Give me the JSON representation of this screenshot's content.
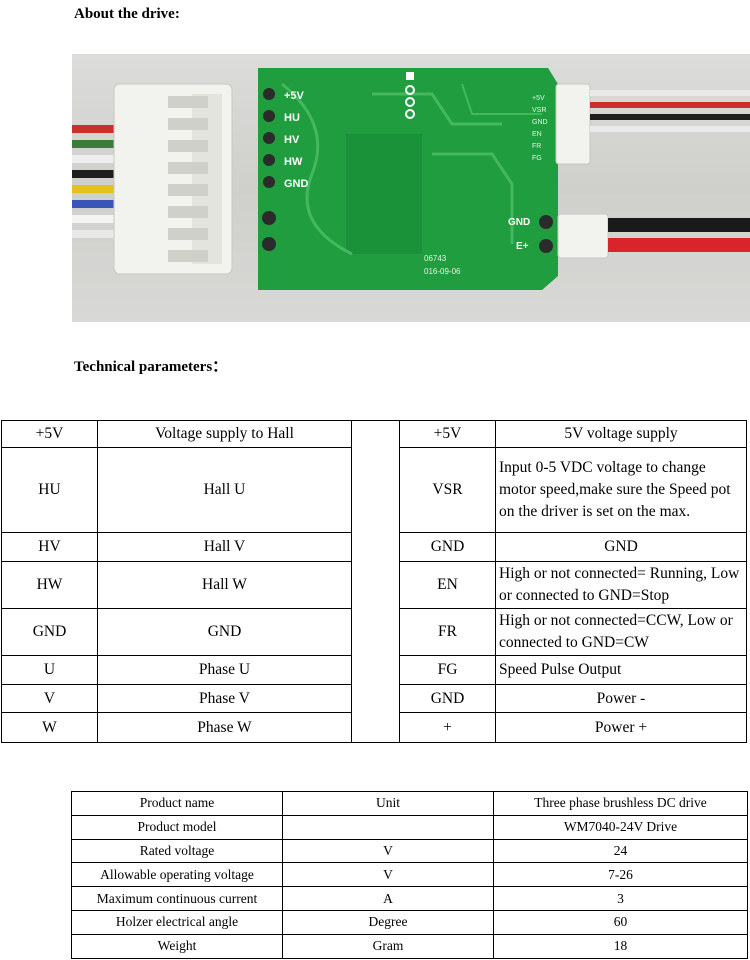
{
  "headings": {
    "about": "About the drive:",
    "technical": "Technical parameters："
  },
  "board": {
    "left_pins": [
      "+5V",
      "HU",
      "HV",
      "HW",
      "GND"
    ],
    "right_pins": [
      "+5V",
      "VSR",
      "GND",
      "EN",
      "FR",
      "FG"
    ],
    "power_pins": [
      "GND",
      "E+"
    ],
    "silkscreen": [
      "06743",
      "016-09-06"
    ],
    "colors": {
      "pcb": "#1f9d3f",
      "connector": "#f2f2ee",
      "wire_red": "#d8242a",
      "wire_black": "#1a1a1a"
    }
  },
  "pin_table": {
    "rows": [
      {
        "left_pin": "+5V",
        "left_desc": "Voltage supply to Hall",
        "right_pin": "+5V",
        "right_desc": "5V voltage supply"
      },
      {
        "left_pin": "HU",
        "left_desc": "Hall U",
        "right_pin": "VSR",
        "right_desc": "Input   0-5 VDC voltage to change motor speed,make sure the Speed pot on the driver is set on    the max."
      },
      {
        "left_pin": "HV",
        "left_desc": "Hall V",
        "right_pin": "GND",
        "right_desc": "GND"
      },
      {
        "left_pin": "HW",
        "left_desc": "Hall W",
        "right_pin": "EN",
        "right_desc": "High or not connected= Running, Low or connected to GND=Stop"
      },
      {
        "left_pin": "GND",
        "left_desc": "GND",
        "right_pin": "FR",
        "right_desc": "High or not connected=CCW, Low or connected to GND=CW"
      },
      {
        "left_pin": "U",
        "left_desc": "Phase U",
        "right_pin": "FG",
        "right_desc": "Speed Pulse Output"
      },
      {
        "left_pin": "V",
        "left_desc": "Phase V",
        "right_pin": "GND",
        "right_desc": "Power -"
      },
      {
        "left_pin": "W",
        "left_desc": "Phase W",
        "right_pin": "+",
        "right_desc": "Power +"
      }
    ]
  },
  "spec_table": {
    "header": {
      "name": "Product name",
      "unit": "Unit",
      "value": "Three phase brushless DC drive"
    },
    "rows": [
      {
        "name": "Product model",
        "unit": "",
        "value": "WM7040-24V Drive"
      },
      {
        "name": "Rated voltage",
        "unit": "V",
        "value": "24"
      },
      {
        "name": "Allowable operating voltage",
        "unit": "V",
        "value": "7-26"
      },
      {
        "name": "Maximum continuous current",
        "unit": "A",
        "value": "3"
      },
      {
        "name": "Holzer electrical angle",
        "unit": "Degree",
        "value": "60"
      },
      {
        "name": "Weight",
        "unit": "Gram",
        "value": "18"
      }
    ]
  }
}
